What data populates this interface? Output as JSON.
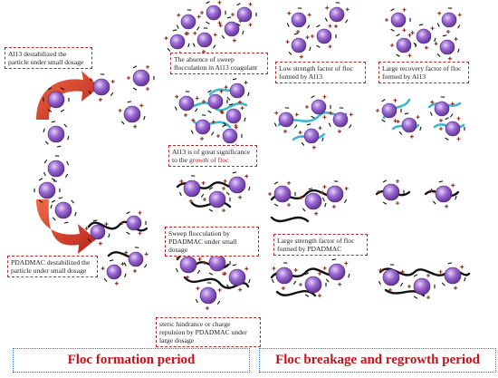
{
  "labels": {
    "al13_destab": "Al13 destabilized the particle under small dosage",
    "absence_sweep": "The absence of sweep flocculation in Al13 coagulant",
    "low_strength": "Low strength factor of floc formed by Al13",
    "large_recovery": "Large recovery factor of floc formed by Al13",
    "al13_significance_a": "Al13 is of great significance to the",
    "al13_significance_b": "growth of floc",
    "pdadmac_destab": "PDADMAC destabilized the particle under small dosage",
    "sweep_pdadmac": "Sweep flocculation by PDADMAC under small dosage",
    "large_strength": "Large strength factor of floc formed by PDADMAC",
    "steric": "steric hindrance or charge repulsion by PDADMAC under large dosage"
  },
  "titles": {
    "formation": "Floc formation period",
    "breakage": "Floc breakage and regrowth period"
  },
  "colors": {
    "particle": "#8a56c6",
    "label_border": "#b22b2b",
    "title_border": "#3a6fd8",
    "title_text": "#c0141b",
    "arrow": "#d3402a",
    "al13_chain": "#3fb6cf",
    "pdadmac_chain": "#111111"
  }
}
